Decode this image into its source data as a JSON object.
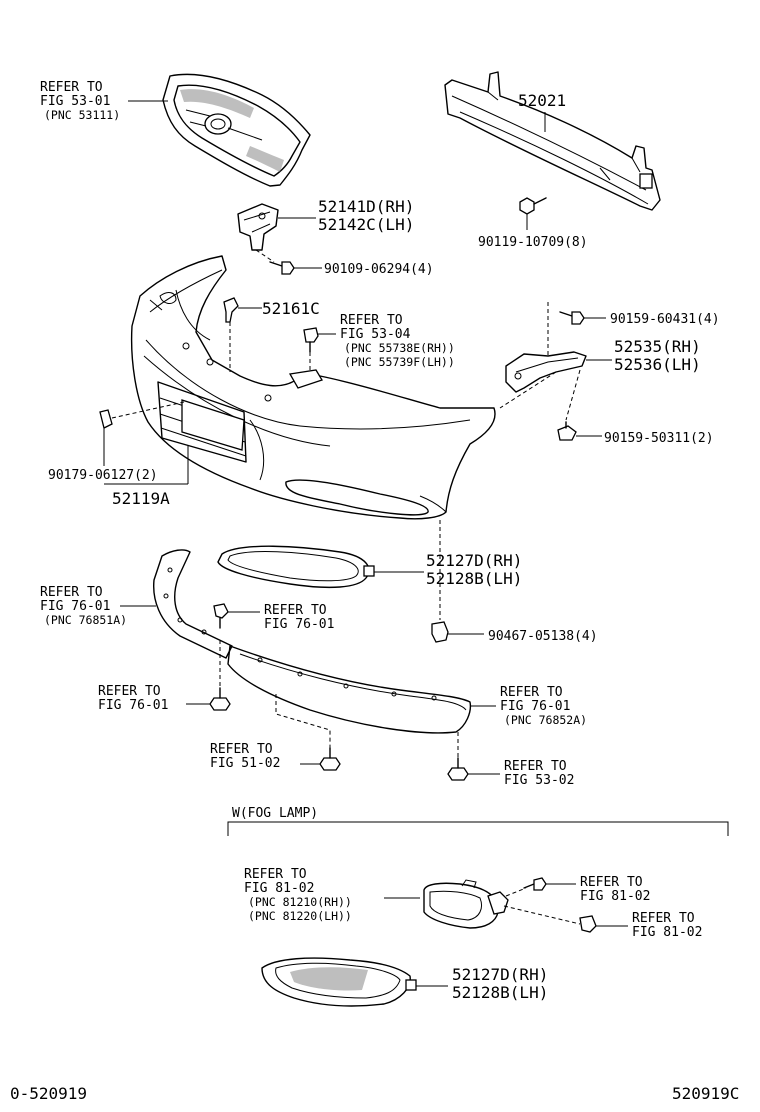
{
  "labels": {
    "grille_ref": [
      "REFER TO",
      "FIG 53-01",
      "(PNC 53111)"
    ],
    "reinforcement": "52021",
    "reinf_bolt": "90119-10709(8)",
    "bracket_rh": "52141D(RH)",
    "bracket_lh": "52142C(LH)",
    "bracket_bolt": "90109-06294(4)",
    "clip_52161c": "52161C",
    "lamp_ref": [
      "REFER TO",
      "FIG 53-04",
      "(PNC 55738E(RH))",
      "(PNC 55739F(LH))"
    ],
    "side_bolt": "90159-60431(4)",
    "side_bracket_rh": "52535(RH)",
    "side_bracket_lh": "52536(LH)",
    "side_screw": "90159-50311(2)",
    "bumper_clip": "90179-06127(2)",
    "bumper_cover": "52119A",
    "bezel_rh": "52127D(RH)",
    "bezel_lh": "52128B(LH)",
    "spoiler_ref": [
      "REFER TO",
      "FIG 76-01",
      "(PNC 76851A)"
    ],
    "clip_ref_a": [
      "REFER TO",
      "FIG 76-01"
    ],
    "lower_clip": "90467-05138(4)",
    "bolt_ref_76": [
      "REFER TO",
      "FIG 76-01"
    ],
    "spoiler2_ref": [
      "REFER TO",
      "FIG 76-01",
      "(PNC 76852A)"
    ],
    "bolt_ref_51": [
      "REFER TO",
      "FIG 51-02"
    ],
    "bolt_ref_53": [
      "REFER TO",
      "FIG 53-02"
    ],
    "fog_section": "W(FOG LAMP)",
    "fog_ref": [
      "REFER TO",
      "FIG 81-02",
      "(PNC 81210(RH))",
      "(PNC 81220(LH))"
    ],
    "fog_bolt_ref": [
      "REFER TO",
      "FIG 81-02"
    ],
    "fog_nut_ref": [
      "REFER TO",
      "FIG 81-02"
    ],
    "fog_bezel_rh": "52127D(RH)",
    "fog_bezel_lh": "52128B(LH)",
    "footer_left": "0-520919",
    "footer_right": "520919C"
  }
}
